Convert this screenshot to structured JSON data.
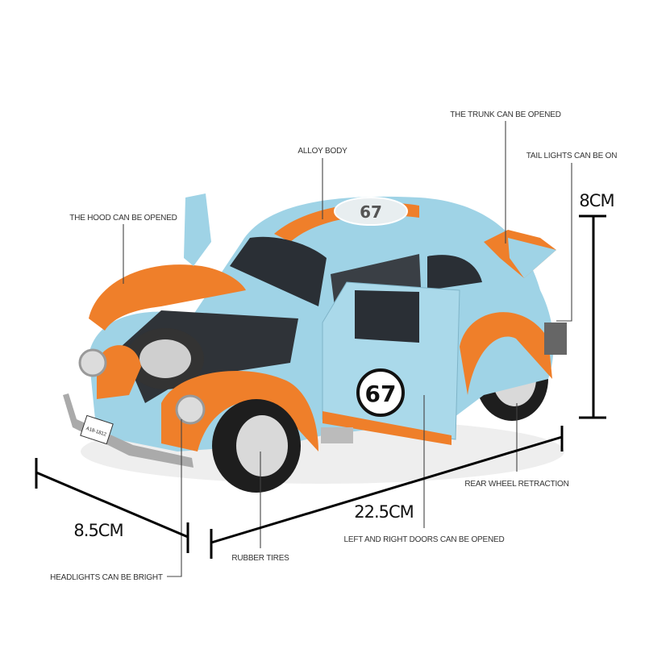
{
  "annotations": {
    "hood": "THE HOOD CAN BE OPENED",
    "body": "ALLOY BODY",
    "trunk": "THE TRUNK CAN BE OPENED",
    "tail_lights": "TAIL LIGHTS CAN BE ON",
    "rear_wheel": "REAR WHEEL RETRACTION",
    "doors": "LEFT AND RIGHT DOORS CAN BE OPENED",
    "tires": "RUBBER TIRES",
    "headlights": "HEADLIGHTS CAN BE BRIGHT"
  },
  "dimensions": {
    "height": "8CM",
    "width": "8.5CM",
    "length": "22.5CM"
  },
  "car": {
    "race_number": "67",
    "plate": "A18-1812",
    "colors": {
      "body": "#9fd3e6",
      "stripe": "#ef7f2a",
      "tire": "#1e1e1e",
      "hub": "#d9d9d9"
    }
  }
}
